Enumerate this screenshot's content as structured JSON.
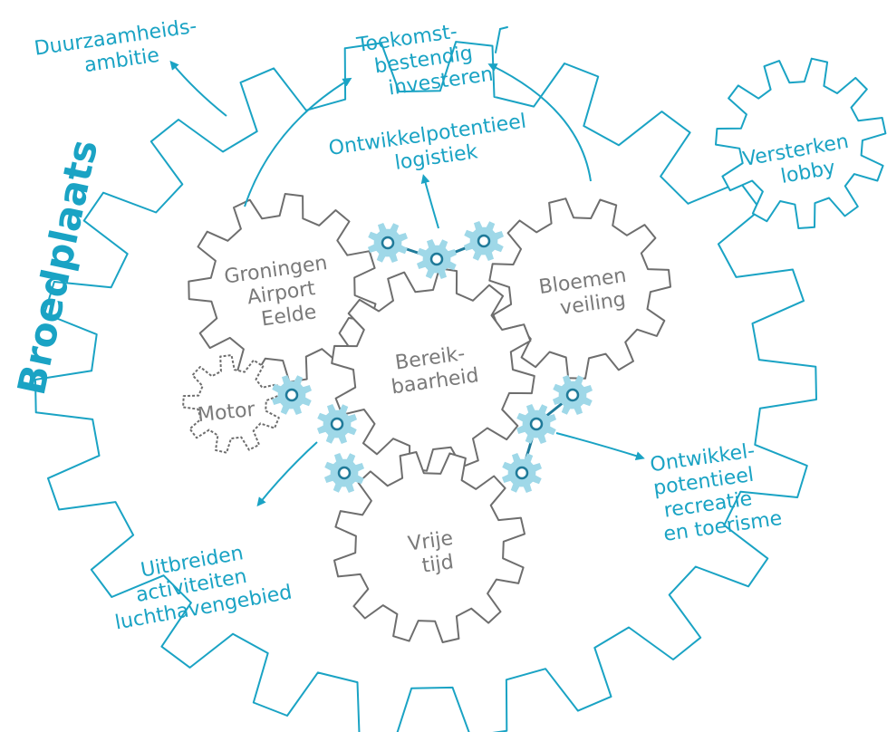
{
  "title": "Broedplaats",
  "colors": {
    "accent_blue": "#1aa3c4",
    "gear_grey": "#6e6e6e",
    "small_gear_fill": "#9fd8e8",
    "link_blue": "#1f7a99"
  },
  "gears": {
    "groningen": [
      "Groningen",
      "Airport",
      "Eelde"
    ],
    "bloemen": [
      "Bloemen",
      "veiling"
    ],
    "bereik": [
      "Bereik-",
      "baarheid"
    ],
    "motor": [
      "Motor"
    ],
    "vrije": [
      "Vrije",
      "tijd"
    ],
    "lobby": [
      "Versterken",
      "lobby"
    ]
  },
  "outcomes": {
    "duurzaam": [
      "Duurzaamheids-",
      "ambitie"
    ],
    "toekomst": [
      "Toekomst-",
      "bestendig",
      "investeren"
    ],
    "logistiek": [
      "Ontwikkelpotentieel",
      "logistiek"
    ],
    "recreatie": [
      "Ontwikkel-",
      "potentieel",
      "recreatie",
      "en toerisme"
    ],
    "luchthaven": [
      "Uitbreiden",
      "activiteiten",
      "luchthavengebied"
    ]
  }
}
